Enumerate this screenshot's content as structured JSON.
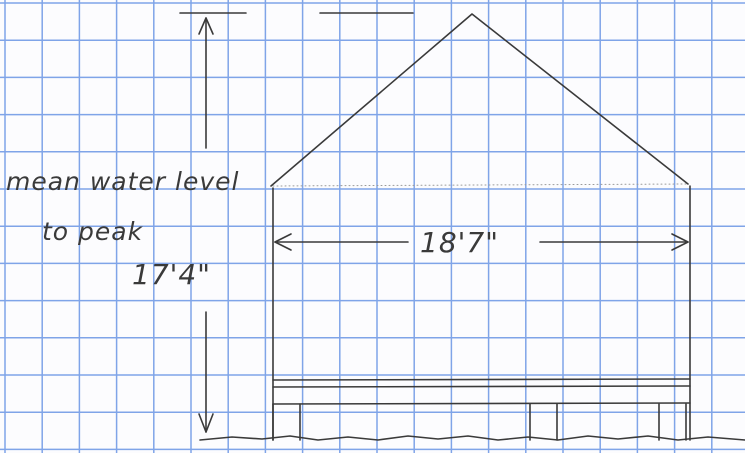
{
  "labels": {
    "line1": "mean water level",
    "line2": "to peak",
    "height": "17'4\"",
    "width": "18'7\""
  },
  "colors": {
    "grid": "#7fa4e8",
    "pencil": "#3a3a3a",
    "paper": "#fcfcfe"
  }
}
